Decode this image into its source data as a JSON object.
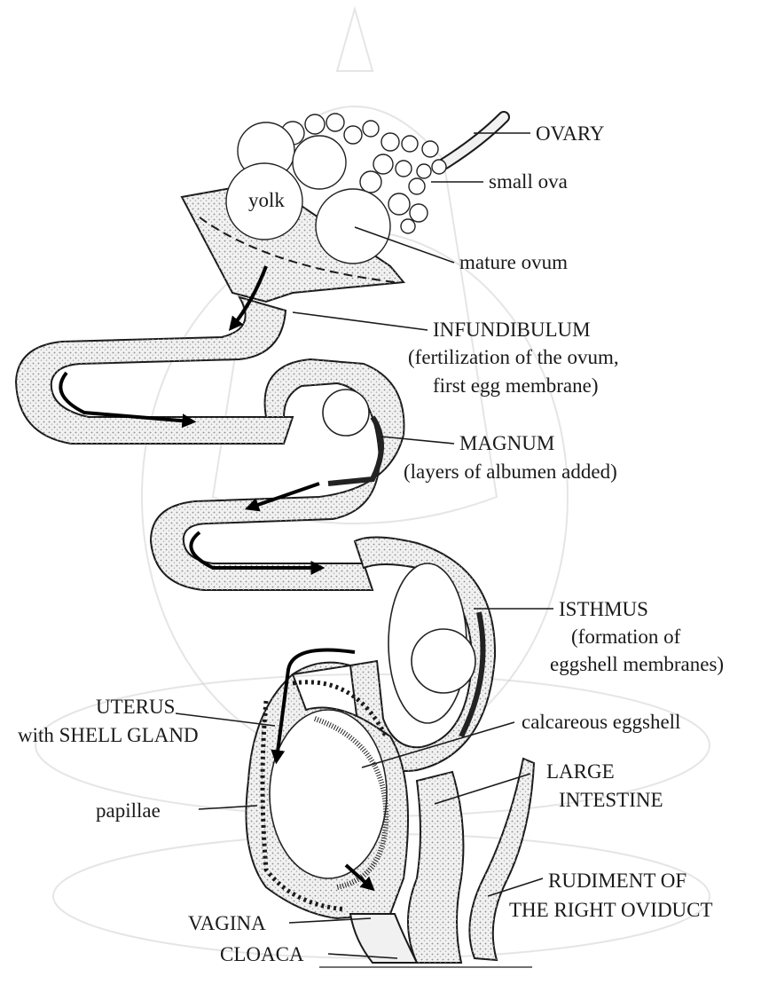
{
  "labels": {
    "yolk": "yolk",
    "ovary": "OVARY",
    "small_ova": "small ova",
    "mature_ovum": "mature ovum",
    "infundibulum": "INFUNDIBULUM",
    "infundibulum_note_1": "(fertilization of the ovum,",
    "infundibulum_note_2": "first egg membrane)",
    "magnum": "MAGNUM",
    "magnum_note": "(layers of albumen added)",
    "isthmus": "ISTHMUS",
    "isthmus_note_1": "(formation of",
    "isthmus_note_2": "eggshell membranes)",
    "uterus": "UTERUS",
    "uterus_note": "with SHELL GLAND",
    "calcareous_eggshell": "calcareous eggshell",
    "large_intestine_1": "LARGE",
    "large_intestine_2": "INTESTINE",
    "papillae": "papillae",
    "rudiment_1": "RUDIMENT OF",
    "rudiment_2": "THE RIGHT OVIDUCT",
    "vagina": "VAGINA",
    "cloaca": "CLOACA"
  },
  "colors": {
    "ink": "#1a1a1a",
    "background": "#ffffff",
    "stipple": "#9a9a9a",
    "watermark": "#cfcfcf"
  }
}
